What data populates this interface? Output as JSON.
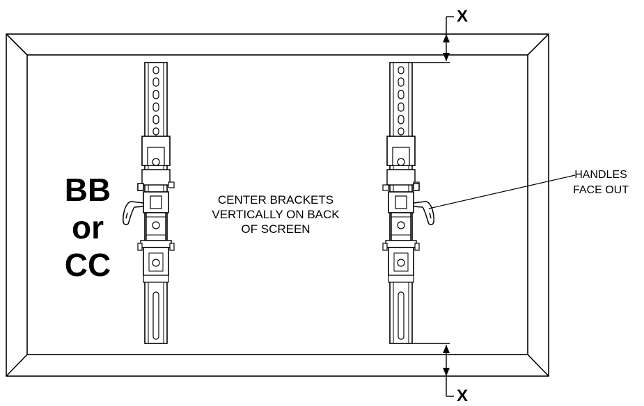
{
  "dimension_label": "X",
  "bracket_label": {
    "line1": "BB",
    "line2": "or",
    "line3": "CC"
  },
  "center_note": {
    "line1": "CENTER BRACKETS",
    "line2": "VERTICALLY ON BACK",
    "line3": "OF SCREEN"
  },
  "handles_note": {
    "line1": "HANDLES",
    "line2": "FACE OUT"
  }
}
